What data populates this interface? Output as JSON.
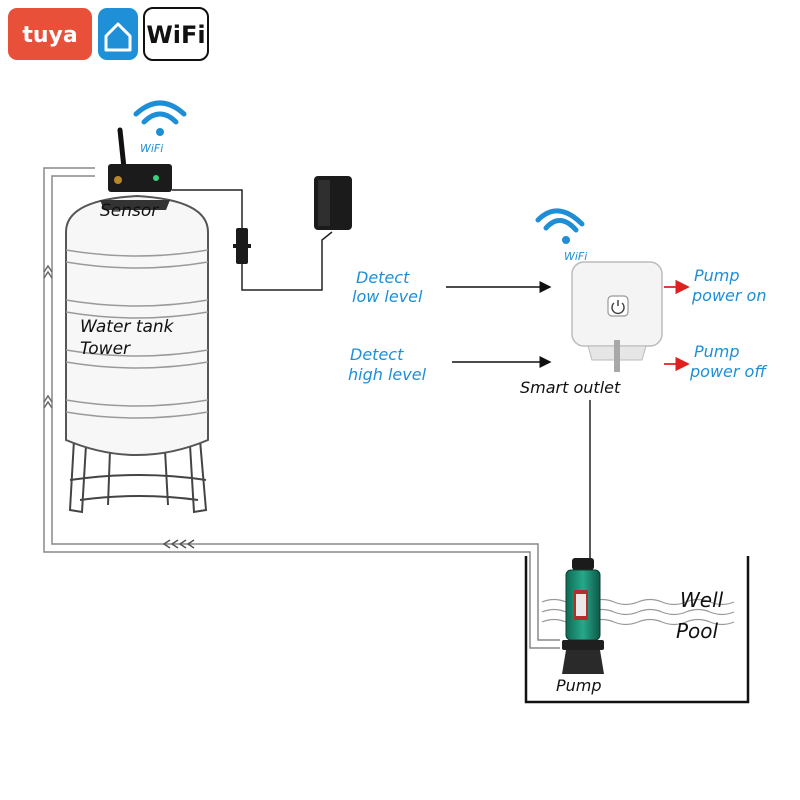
{
  "logos": {
    "tuya": "tuya",
    "wifi_badge": "WiFi",
    "tuya_color": "#e8503a",
    "smartlife_color": "#1f8fd8",
    "smartlife_icon": "house-icon"
  },
  "sensor": {
    "label": "Sensor",
    "wifi_caption": "WiFi"
  },
  "tank": {
    "line1": "Water tank",
    "line2": "Tower"
  },
  "outlet": {
    "label": "Smart outlet",
    "wifi_caption": "WiFi",
    "power_icon": "power-icon"
  },
  "inputs": {
    "low": {
      "line1": "Detect",
      "line2": "low level"
    },
    "high": {
      "line1": "Detect",
      "line2": "high level"
    }
  },
  "outputs": {
    "on": {
      "line1": "Pump",
      "line2": "power on"
    },
    "off": {
      "line1": "Pump",
      "line2": "power off"
    }
  },
  "well": {
    "line1": "Well",
    "line2": "Pool"
  },
  "pump": {
    "label": "Pump"
  },
  "colors": {
    "accent_blue": "#1e8fd6",
    "arrow_red": "#e02020",
    "pump_green": "#1a8a72"
  }
}
